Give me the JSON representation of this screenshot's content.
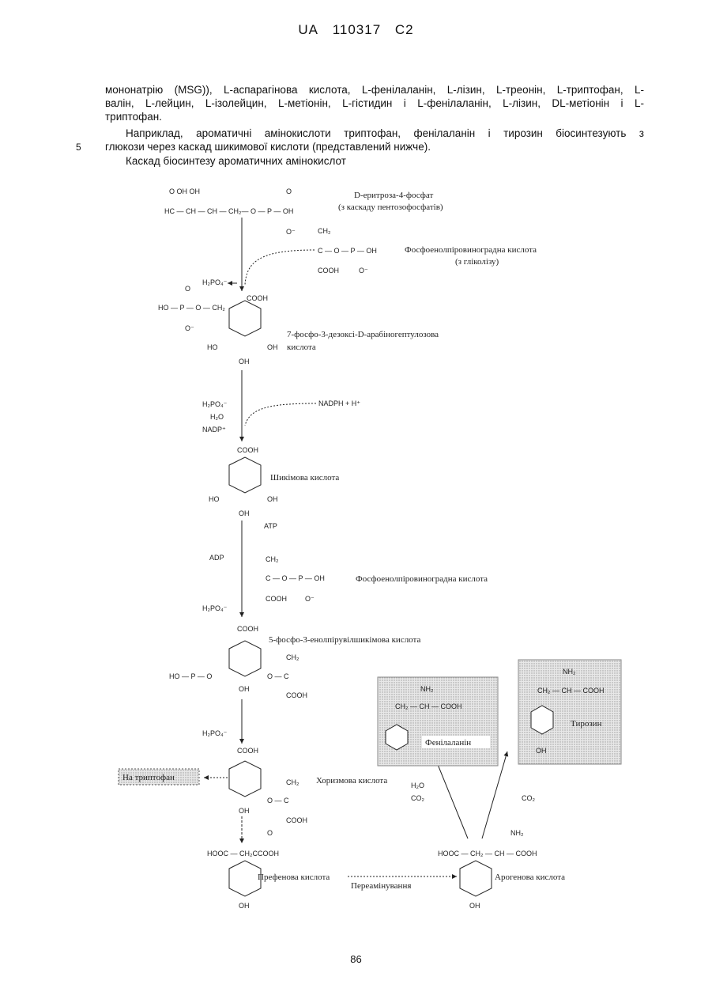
{
  "header": {
    "country": "UA",
    "number": "110317",
    "kind": "C2"
  },
  "text": {
    "p1_l1": "мононатрію (MSG)), L-аспарагінова кислота, L-фенілаланін, L-лізин, L-треонін, L-триптофан, L-",
    "p1_l2": "валін, L-лейцин, L-ізолейцин, L-метіонін, L-гістидин і L-фенілаланін, L-лізин, DL-метіонін і L-",
    "p1_l3": "триптофан.",
    "p2_l1": "Наприклад, ароматичні амінокислоти триптофан, фенілаланін і тирозин біосинтезують з",
    "p2_l2": "глюкози через каскад шикимової кислоти (представлений нижче).",
    "p3": "Каскад біосинтезу ароматичних амінокислот",
    "line_number": "5"
  },
  "diagram": {
    "erythrose": "D-еритроза-4-фосфат",
    "erythrose_sub": "(з каскаду пентозофосфатів)",
    "pep1": "Фосфоенолпіровиноградна кислота",
    "pep1_sub": "(з гліколізу)",
    "dahp_l1": "7-фосфо-3-дезоксі-D-арабіногептулозова",
    "dahp_l2": "кислота",
    "nadph": "NADPH + H⁺",
    "shikimic": "Шикімова кислота",
    "atp": "ATP",
    "adp": "ADP",
    "pep2": "Фосфоенолпіровиноградна кислота",
    "epsp": "5-фосфо-3-енолпірувілшикімова кислота",
    "chorismic": "Хоризмова кислота",
    "to_tryptophan": "На триптофан",
    "prephenic": "Префенова кислота",
    "transamination": "Переамінування",
    "arogenic": "Арогенова кислота",
    "phenylalanine": "Фенілаланін",
    "tyrosine": "Тирозин",
    "h2po4": "H₂PO₄⁻",
    "h2o": "H₂O",
    "nadp": "NADP⁺",
    "co2": "CO₂",
    "cooh": "COOH",
    "oh": "OH",
    "ho": "HO",
    "nh2": "NH₂",
    "ch2": "CH₂",
    "hooc": "HOOC"
  },
  "page_number": "86"
}
